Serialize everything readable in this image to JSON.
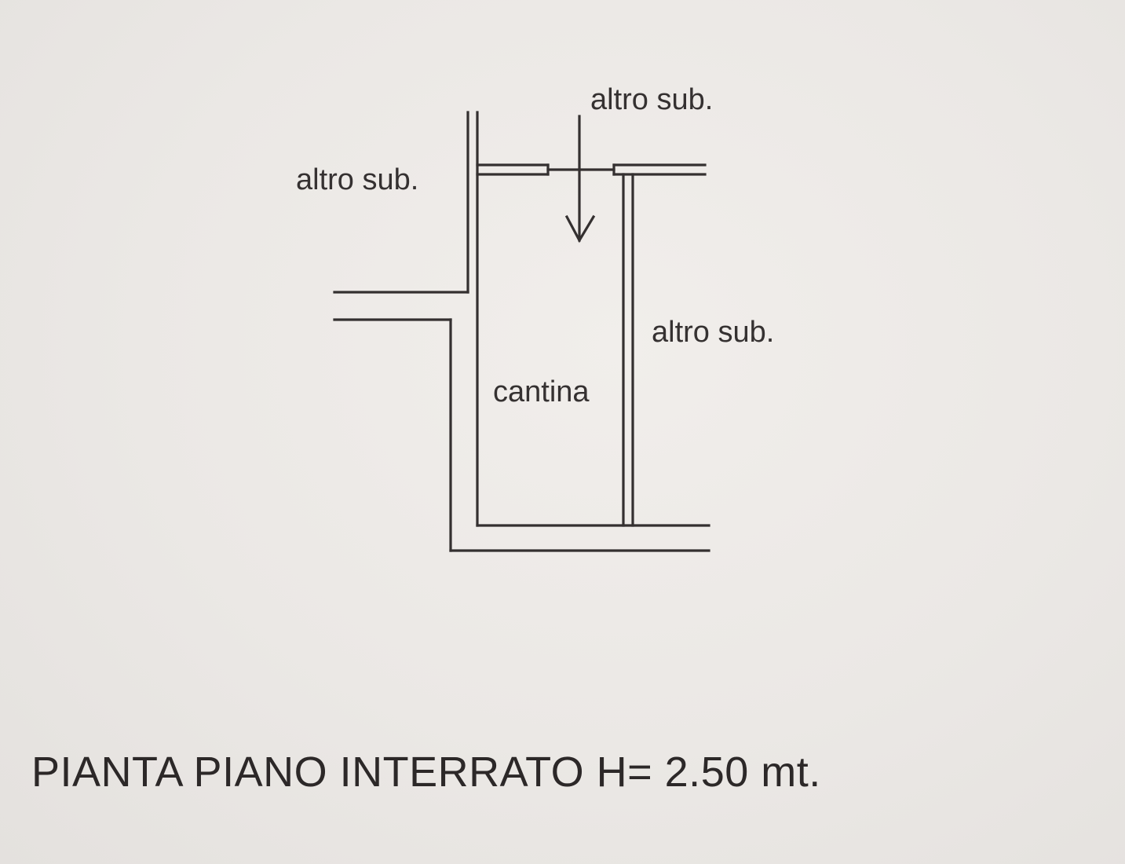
{
  "plan": {
    "label_top": "altro sub.",
    "label_left": "altro sub.",
    "label_right": "altro sub.",
    "room_label": "cantina",
    "entry_arrow_icon": "arrow-down-icon"
  },
  "caption": {
    "title": "PIANTA PIANO INTERRATO H= 2.50 mt."
  }
}
